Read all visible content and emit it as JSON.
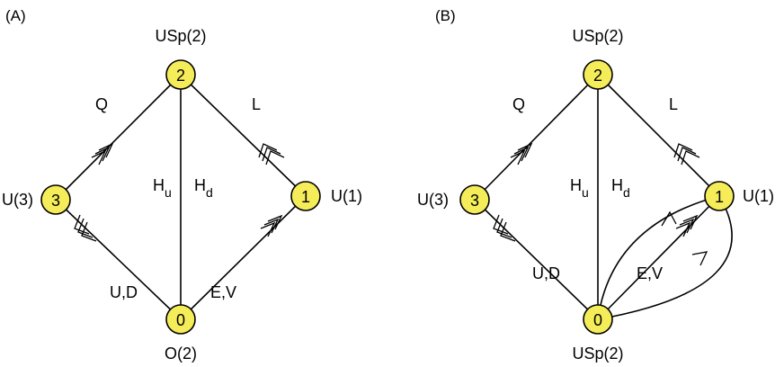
{
  "colors": {
    "node_fill": "#f5ec5a",
    "stroke": "#000000",
    "background": "#ffffff"
  },
  "panels": [
    {
      "label": "(A)",
      "nodes": {
        "n2": {
          "number": "2",
          "group": "USp(2)"
        },
        "n3": {
          "number": "3",
          "group": "U(3)"
        },
        "n1": {
          "number": "1",
          "group": "U(1)"
        },
        "n0": {
          "number": "0",
          "group": "O(2)"
        }
      },
      "edge_labels": {
        "q": "Q",
        "l": "L",
        "ud": "U,D",
        "ev": "E,V",
        "hu": "H",
        "hu_sub": "u",
        "hd": "H",
        "hd_sub": "d"
      }
    },
    {
      "label": "(B)",
      "nodes": {
        "n2": {
          "number": "2",
          "group": "USp(2)"
        },
        "n3": {
          "number": "3",
          "group": "U(3)"
        },
        "n1": {
          "number": "1",
          "group": "U(1)"
        },
        "n0": {
          "number": "0",
          "group": "USp(2)"
        }
      },
      "edge_labels": {
        "q": "Q",
        "l": "L",
        "ud": "U,D",
        "ev": "E,V",
        "hu": "H",
        "hu_sub": "u",
        "hd": "H",
        "hd_sub": "d"
      }
    }
  ]
}
